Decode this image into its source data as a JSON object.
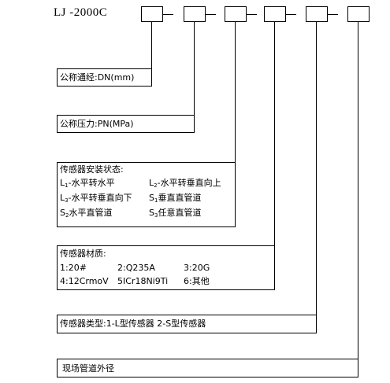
{
  "model_code": "LJ -2000C",
  "boxes": {
    "nominal_diameter": "公称通经:DN(mm)",
    "nominal_pressure": "公称压力:PN(MPa)",
    "install_state": {
      "title": "传感器安装状态:",
      "l1_letter": "L",
      "l1_sub": "1",
      "l1_text": "-水平转水平",
      "l2_letter": "L",
      "l2_sub": "2",
      "l2_text": "-水平转垂直向上",
      "l3_letter": "L",
      "l3_sub": "3",
      "l3_text": "-水平转垂直向下",
      "s1_letter": "S",
      "s1_sub": "1",
      "s1_text": "垂直直管道",
      "s2_letter": "S",
      "s2_sub": "2",
      "s2_text": "水平直管道",
      "s3_letter": "S",
      "s3_sub": "3",
      "s3_text": "任意直管道"
    },
    "material": {
      "title": "传感器材质:",
      "m1": "1:20#",
      "m2": "2:Q235A",
      "m3": "3:20G",
      "m4": "4:12CrmoV",
      "m5": "5ICr18Ni9Ti",
      "m6": "6:其他"
    },
    "sensor_type": "传感器类型:1-L型传感器  2-S型传感器",
    "pipe_diameter": "现场管道外径"
  }
}
